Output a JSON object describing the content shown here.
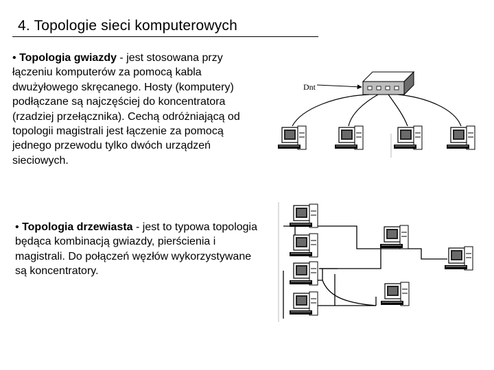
{
  "slide": {
    "title": "4. Topologie sieci komputerowych",
    "star": {
      "bullet": "•",
      "term": "Topologia gwiazdy",
      "text": " - jest stosowana przy łączeniu komputerów za pomocą kabla dwużyłowego skręcanego. Hosty (komputery) podłączane są najczęściej do koncentratora (rzadziej przełącznika). Cechą odróżniającą od topologii magistrali jest łączenie za pomocą jednego przewodu tylko dwóch  urządzeń sieciowych."
    },
    "tree": {
      "bullet": "•",
      "term": "Topologia drzewiasta",
      "text": " - jest to typowa topologia będąca kombinacją gwiazdy, pierścienia i magistrali. Do połączeń węzłów wykorzystywane są koncentratory."
    },
    "diagram_label": "Dnt"
  }
}
